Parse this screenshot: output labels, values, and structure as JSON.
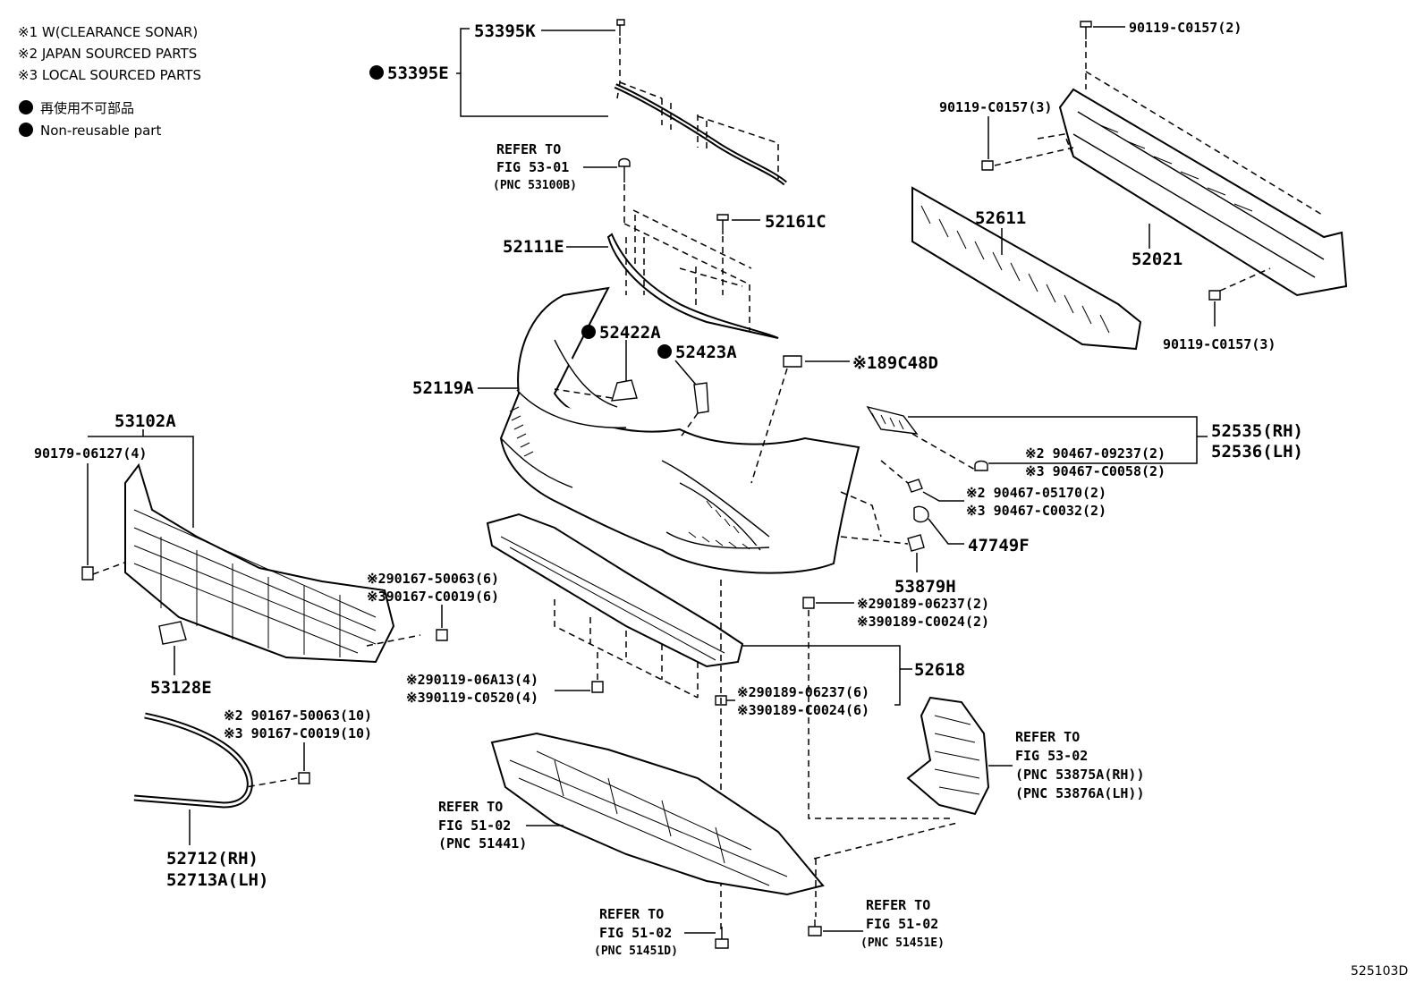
{
  "legend": {
    "notes": [
      "※1 W(CLEARANCE SONAR)",
      "※2 JAPAN SOURCED PARTS",
      "※3 LOCAL SOURCED PARTS"
    ],
    "non_reusable_jp": "再使用不可部品",
    "non_reusable_en": "Non-reusable part"
  },
  "labels": {
    "p53395K": "53395K",
    "p53395E": "53395E",
    "refer_fig53_01": "REFER TO",
    "refer_fig53_01_b": "FIG 53-01",
    "refer_fig53_01_c": "(PNC 53100B)",
    "p52161C": "52161C",
    "p52111E": "52111E",
    "p52422A": "52422A",
    "p52423A": "52423A",
    "p52119A": "52119A",
    "p89C48D": "※189C48D",
    "p90119_top": "90119-C0157(2)",
    "p90119_mid": "90119-C0157(3)",
    "p90119_bot": "90119-C0157(3)",
    "p52611": "52611",
    "p52021": "52021",
    "p52535": "52535(RH)",
    "p52536": "52536(LH)",
    "p90467_a1": "※2 90467-09237(2)",
    "p90467_a2": "※3 90467-C0058(2)",
    "p90467_b1": "※2 90467-05170(2)",
    "p90467_b2": "※3 90467-C0032(2)",
    "p47749F": "47749F",
    "p53879H": "53879H",
    "p53102A": "53102A",
    "p90179": "90179-06127(4)",
    "p90167_a1": "※290167-50063(6)",
    "p90167_a2": "※390167-C0019(6)",
    "p90189_a1": "※290189-06237(2)",
    "p90189_a2": "※390189-C0024(2)",
    "p53128E": "53128E",
    "p90119_06A13": "※290119-06A13(4)",
    "p90119_C0520": "※390119-C0520(4)",
    "p52618": "52618",
    "p90189_b1": "※290189-06237(6)",
    "p90189_b2": "※390189-C0024(6)",
    "p90167_b1": "※2 90167-50063(10)",
    "p90167_b2": "※3 90167-C0019(10)",
    "refer_fig53_02": "REFER TO",
    "refer_fig53_02_b": "FIG 53-02",
    "refer_fig53_02_c": "(PNC 53875A(RH))",
    "refer_fig53_02_d": "(PNC 53876A(LH))",
    "p52712": "52712(RH)",
    "p52713A": "52713A(LH)",
    "refer_fig51_02a": "REFER TO",
    "refer_fig51_02a_b": "FIG 51-02",
    "refer_fig51_02a_c": "(PNC 51441)",
    "refer_fig51_02b": "REFER TO",
    "refer_fig51_02b_b": "FIG 51-02",
    "refer_fig51_02b_c": "(PNC 51451D)",
    "refer_fig51_02c": "REFER TO",
    "refer_fig51_02c_b": "FIG 51-02",
    "refer_fig51_02c_c": "(PNC 51451E)",
    "diagram_id": "525103D"
  },
  "colors": {
    "ink": "#000000",
    "paper": "#ffffff"
  }
}
